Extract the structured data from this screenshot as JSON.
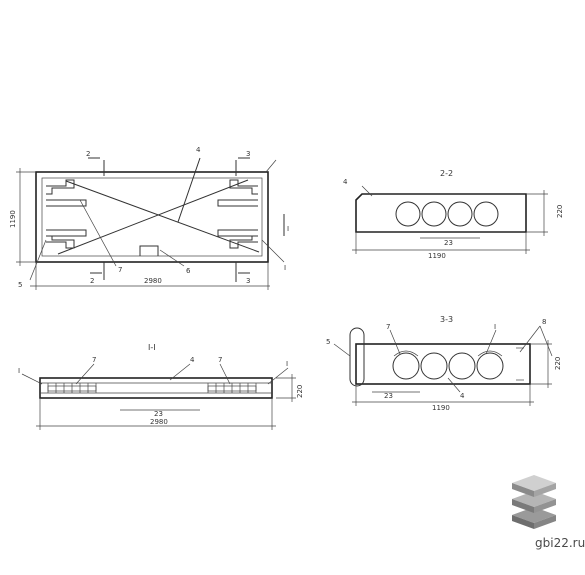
{
  "plan": {
    "dim_length": "2980",
    "dim_width": "1190",
    "callout_4": "4",
    "callout_6": "6",
    "callout_7": "7",
    "callout_5": "5",
    "callout_1": "I",
    "sec2_top": "2",
    "sec2_bot": "2",
    "sec3_top": "3",
    "sec3_bot": "3",
    "sec1": "I"
  },
  "section_2_2": {
    "title": "2-2",
    "dim_width": "1190",
    "dim_height": "220",
    "dim_23": "23",
    "callout_4": "4"
  },
  "section_1_1": {
    "title": "I-I",
    "dim_length": "2980",
    "dim_height": "220",
    "dim_23": "23",
    "callout_7a": "7",
    "callout_7b": "7",
    "callout_4": "4",
    "callout_1a": "I",
    "callout_1b": "I"
  },
  "section_3_3": {
    "title": "3-3",
    "dim_width": "1190",
    "dim_height": "220",
    "dim_23": "23",
    "callout_5": "5",
    "callout_7": "7",
    "callout_1": "I",
    "callout_4": "4",
    "callout_8": "8"
  },
  "watermark": "gbi22.ru"
}
